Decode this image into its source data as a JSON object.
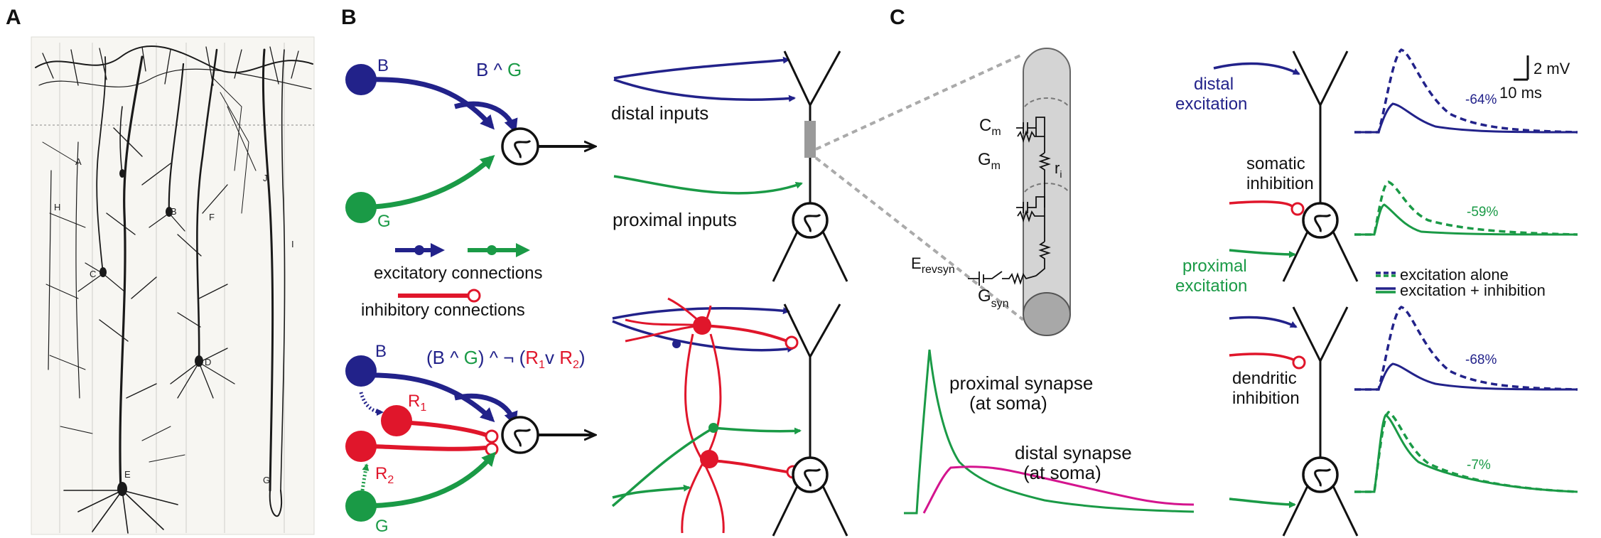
{
  "panels": {
    "a": "A",
    "b": "B",
    "c": "C"
  },
  "colors": {
    "blue": "#22228a",
    "green": "#1a9a46",
    "red": "#e0162b",
    "magenta": "#d4148e",
    "black": "#111111",
    "gray": "#9a9a9a"
  },
  "panel_a": {
    "cell_labels": [
      "A",
      "B",
      "C",
      "D",
      "E",
      "F",
      "G",
      "H",
      "I",
      "J"
    ]
  },
  "panel_b": {
    "top_logic": {
      "input1": "B",
      "input2": "G",
      "expr_b": "B",
      "expr_op": " ^ ",
      "expr_g": "G"
    },
    "distal_label": "distal inputs",
    "proximal_label": "proximal inputs",
    "legend": {
      "excitatory": "excitatory connections",
      "inhibitory": "inhibitory connections"
    },
    "bottom_logic": {
      "input1": "B",
      "input2": "G",
      "input3": "R",
      "input3_sub": "1",
      "input4": "R",
      "input4_sub": "2",
      "expr_part1": "(B ^ ",
      "expr_g": "G",
      "expr_part2": ") ^ ¬ (",
      "expr_r1": "R",
      "expr_r1_sub": "1",
      "expr_or": "v ",
      "expr_r2": "R",
      "expr_r2_sub": "2",
      "expr_end": ")"
    }
  },
  "panel_c": {
    "cable": {
      "cm": "C",
      "cm_sub": "m",
      "gm": "G",
      "gm_sub": "m",
      "ri": "r",
      "ri_sub": "i",
      "erev": "E",
      "erev_sub": "revsyn",
      "gsyn": "G",
      "gsyn_sub": "syn"
    },
    "traces": {
      "proximal_label_1": "proximal synapse",
      "proximal_label_2": "(at soma)",
      "distal_label_1": "distal synapse",
      "distal_label_2": "(at soma)"
    },
    "scalebar": {
      "mv": "2 mV",
      "ms": "10 ms"
    },
    "rows": [
      {
        "input_label_1": "distal",
        "input_label_2": "excitation",
        "percent": "-64%"
      },
      {
        "input_label_1": "somatic",
        "input_label_2": "inhibition",
        "percent": "-59%"
      },
      {
        "input_label_1": "proximal",
        "input_label_2": "excitation",
        "percent": ""
      },
      {
        "input_label_1": "dendritic",
        "input_label_2": "inhibition",
        "percent": "-68%"
      },
      {
        "input_label_1": "",
        "input_label_2": "",
        "percent": "-7%"
      }
    ],
    "legend": {
      "alone": "excitation alone",
      "combined": "excitation + inhibition"
    }
  }
}
